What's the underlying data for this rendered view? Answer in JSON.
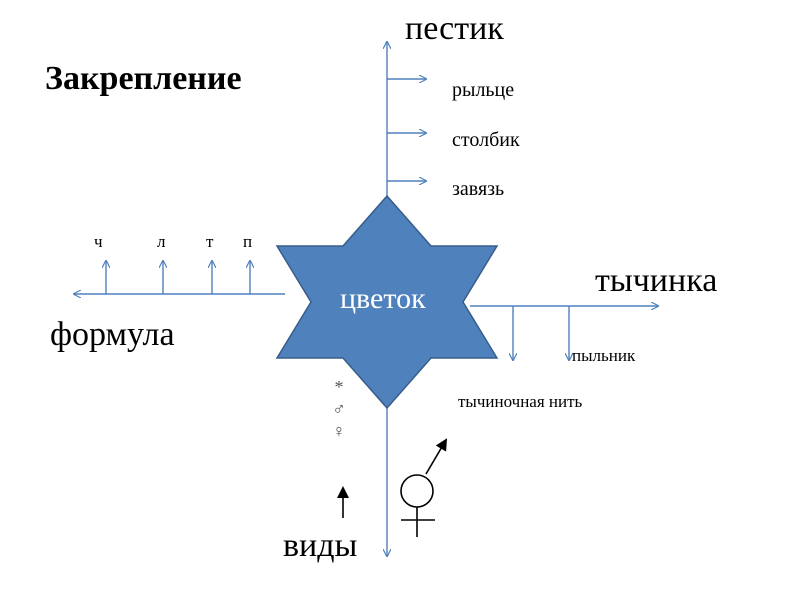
{
  "title": "Закрепление",
  "center": {
    "label": "цветок",
    "fill": "#4F81BD",
    "stroke": "#385D8A"
  },
  "pistil": {
    "label": "пестик",
    "parts": [
      "рыльце",
      "столбик",
      "завязь"
    ]
  },
  "stamen": {
    "label": "тычинка",
    "parts": [
      "пыльник",
      "тычиночная нить"
    ]
  },
  "formula": {
    "label": "формула",
    "letters": [
      "ч",
      "л",
      "т",
      "п"
    ],
    "symbols": [
      "*",
      "♂",
      "♀"
    ]
  },
  "kinds": {
    "label": "виды"
  },
  "colors": {
    "lines": "#4F81BD",
    "text": "#000000"
  }
}
